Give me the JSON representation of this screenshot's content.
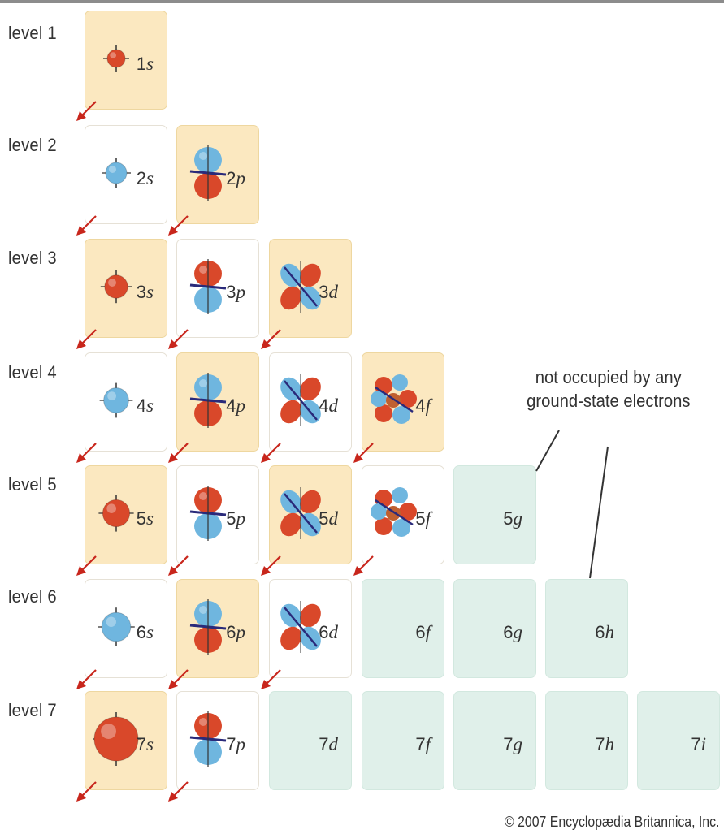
{
  "levels": [
    "level 1",
    "level 2",
    "level 3",
    "level 4",
    "level 5",
    "level 6",
    "level 7"
  ],
  "orbitals": [
    {
      "n": "1",
      "l": "s",
      "row": 0,
      "col": 0,
      "fill": "yellow",
      "shape": "s",
      "color": "red"
    },
    {
      "n": "2",
      "l": "s",
      "row": 1,
      "col": 0,
      "fill": "white",
      "shape": "s",
      "color": "blue"
    },
    {
      "n": "2",
      "l": "p",
      "row": 1,
      "col": 1,
      "fill": "yellow",
      "shape": "p",
      "color": "blue"
    },
    {
      "n": "3",
      "l": "s",
      "row": 2,
      "col": 0,
      "fill": "yellow",
      "shape": "s",
      "color": "red"
    },
    {
      "n": "3",
      "l": "p",
      "row": 2,
      "col": 1,
      "fill": "white",
      "shape": "p",
      "color": "red"
    },
    {
      "n": "3",
      "l": "d",
      "row": 2,
      "col": 2,
      "fill": "yellow",
      "shape": "d",
      "color": "mixed"
    },
    {
      "n": "4",
      "l": "s",
      "row": 3,
      "col": 0,
      "fill": "white",
      "shape": "s",
      "color": "blue"
    },
    {
      "n": "4",
      "l": "p",
      "row": 3,
      "col": 1,
      "fill": "yellow",
      "shape": "p",
      "color": "blue"
    },
    {
      "n": "4",
      "l": "d",
      "row": 3,
      "col": 2,
      "fill": "white",
      "shape": "d",
      "color": "mixed"
    },
    {
      "n": "4",
      "l": "f",
      "row": 3,
      "col": 3,
      "fill": "yellow",
      "shape": "f",
      "color": "mixed"
    },
    {
      "n": "5",
      "l": "s",
      "row": 4,
      "col": 0,
      "fill": "yellow",
      "shape": "s",
      "color": "red"
    },
    {
      "n": "5",
      "l": "p",
      "row": 4,
      "col": 1,
      "fill": "white",
      "shape": "p",
      "color": "red"
    },
    {
      "n": "5",
      "l": "d",
      "row": 4,
      "col": 2,
      "fill": "yellow",
      "shape": "d",
      "color": "mixed"
    },
    {
      "n": "5",
      "l": "f",
      "row": 4,
      "col": 3,
      "fill": "white",
      "shape": "f",
      "color": "mixed"
    },
    {
      "n": "5",
      "l": "g",
      "row": 4,
      "col": 4,
      "fill": "empty",
      "shape": "none"
    },
    {
      "n": "6",
      "l": "s",
      "row": 5,
      "col": 0,
      "fill": "white",
      "shape": "s",
      "color": "blue"
    },
    {
      "n": "6",
      "l": "p",
      "row": 5,
      "col": 1,
      "fill": "yellow",
      "shape": "p",
      "color": "blue"
    },
    {
      "n": "6",
      "l": "d",
      "row": 5,
      "col": 2,
      "fill": "white",
      "shape": "d",
      "color": "mixed"
    },
    {
      "n": "6",
      "l": "f",
      "row": 5,
      "col": 3,
      "fill": "empty",
      "shape": "none"
    },
    {
      "n": "6",
      "l": "g",
      "row": 5,
      "col": 4,
      "fill": "empty",
      "shape": "none"
    },
    {
      "n": "6",
      "l": "h",
      "row": 5,
      "col": 5,
      "fill": "empty",
      "shape": "none"
    },
    {
      "n": "7",
      "l": "s",
      "row": 6,
      "col": 0,
      "fill": "yellow",
      "shape": "s",
      "color": "red"
    },
    {
      "n": "7",
      "l": "p",
      "row": 6,
      "col": 1,
      "fill": "white",
      "shape": "p",
      "color": "red"
    },
    {
      "n": "7",
      "l": "d",
      "row": 6,
      "col": 2,
      "fill": "empty",
      "shape": "none"
    },
    {
      "n": "7",
      "l": "f",
      "row": 6,
      "col": 3,
      "fill": "empty",
      "shape": "none"
    },
    {
      "n": "7",
      "l": "g",
      "row": 6,
      "col": 4,
      "fill": "empty",
      "shape": "none"
    },
    {
      "n": "7",
      "l": "h",
      "row": 6,
      "col": 5,
      "fill": "empty",
      "shape": "none"
    },
    {
      "n": "7",
      "l": "i",
      "row": 6,
      "col": 6,
      "fill": "empty",
      "shape": "none"
    }
  ],
  "annotation": {
    "line1": "not occupied by any",
    "line2": "ground-state electrons"
  },
  "copyright": "© 2007 Encyclopædia Britannica, Inc.",
  "colors": {
    "filled": "#fbe8c0",
    "unfilled": "#ffffff",
    "unoccupied": "#e0f0ea",
    "lobe_red": "#d9482a",
    "lobe_blue": "#6fb6df",
    "arrow": "#c8261c"
  }
}
